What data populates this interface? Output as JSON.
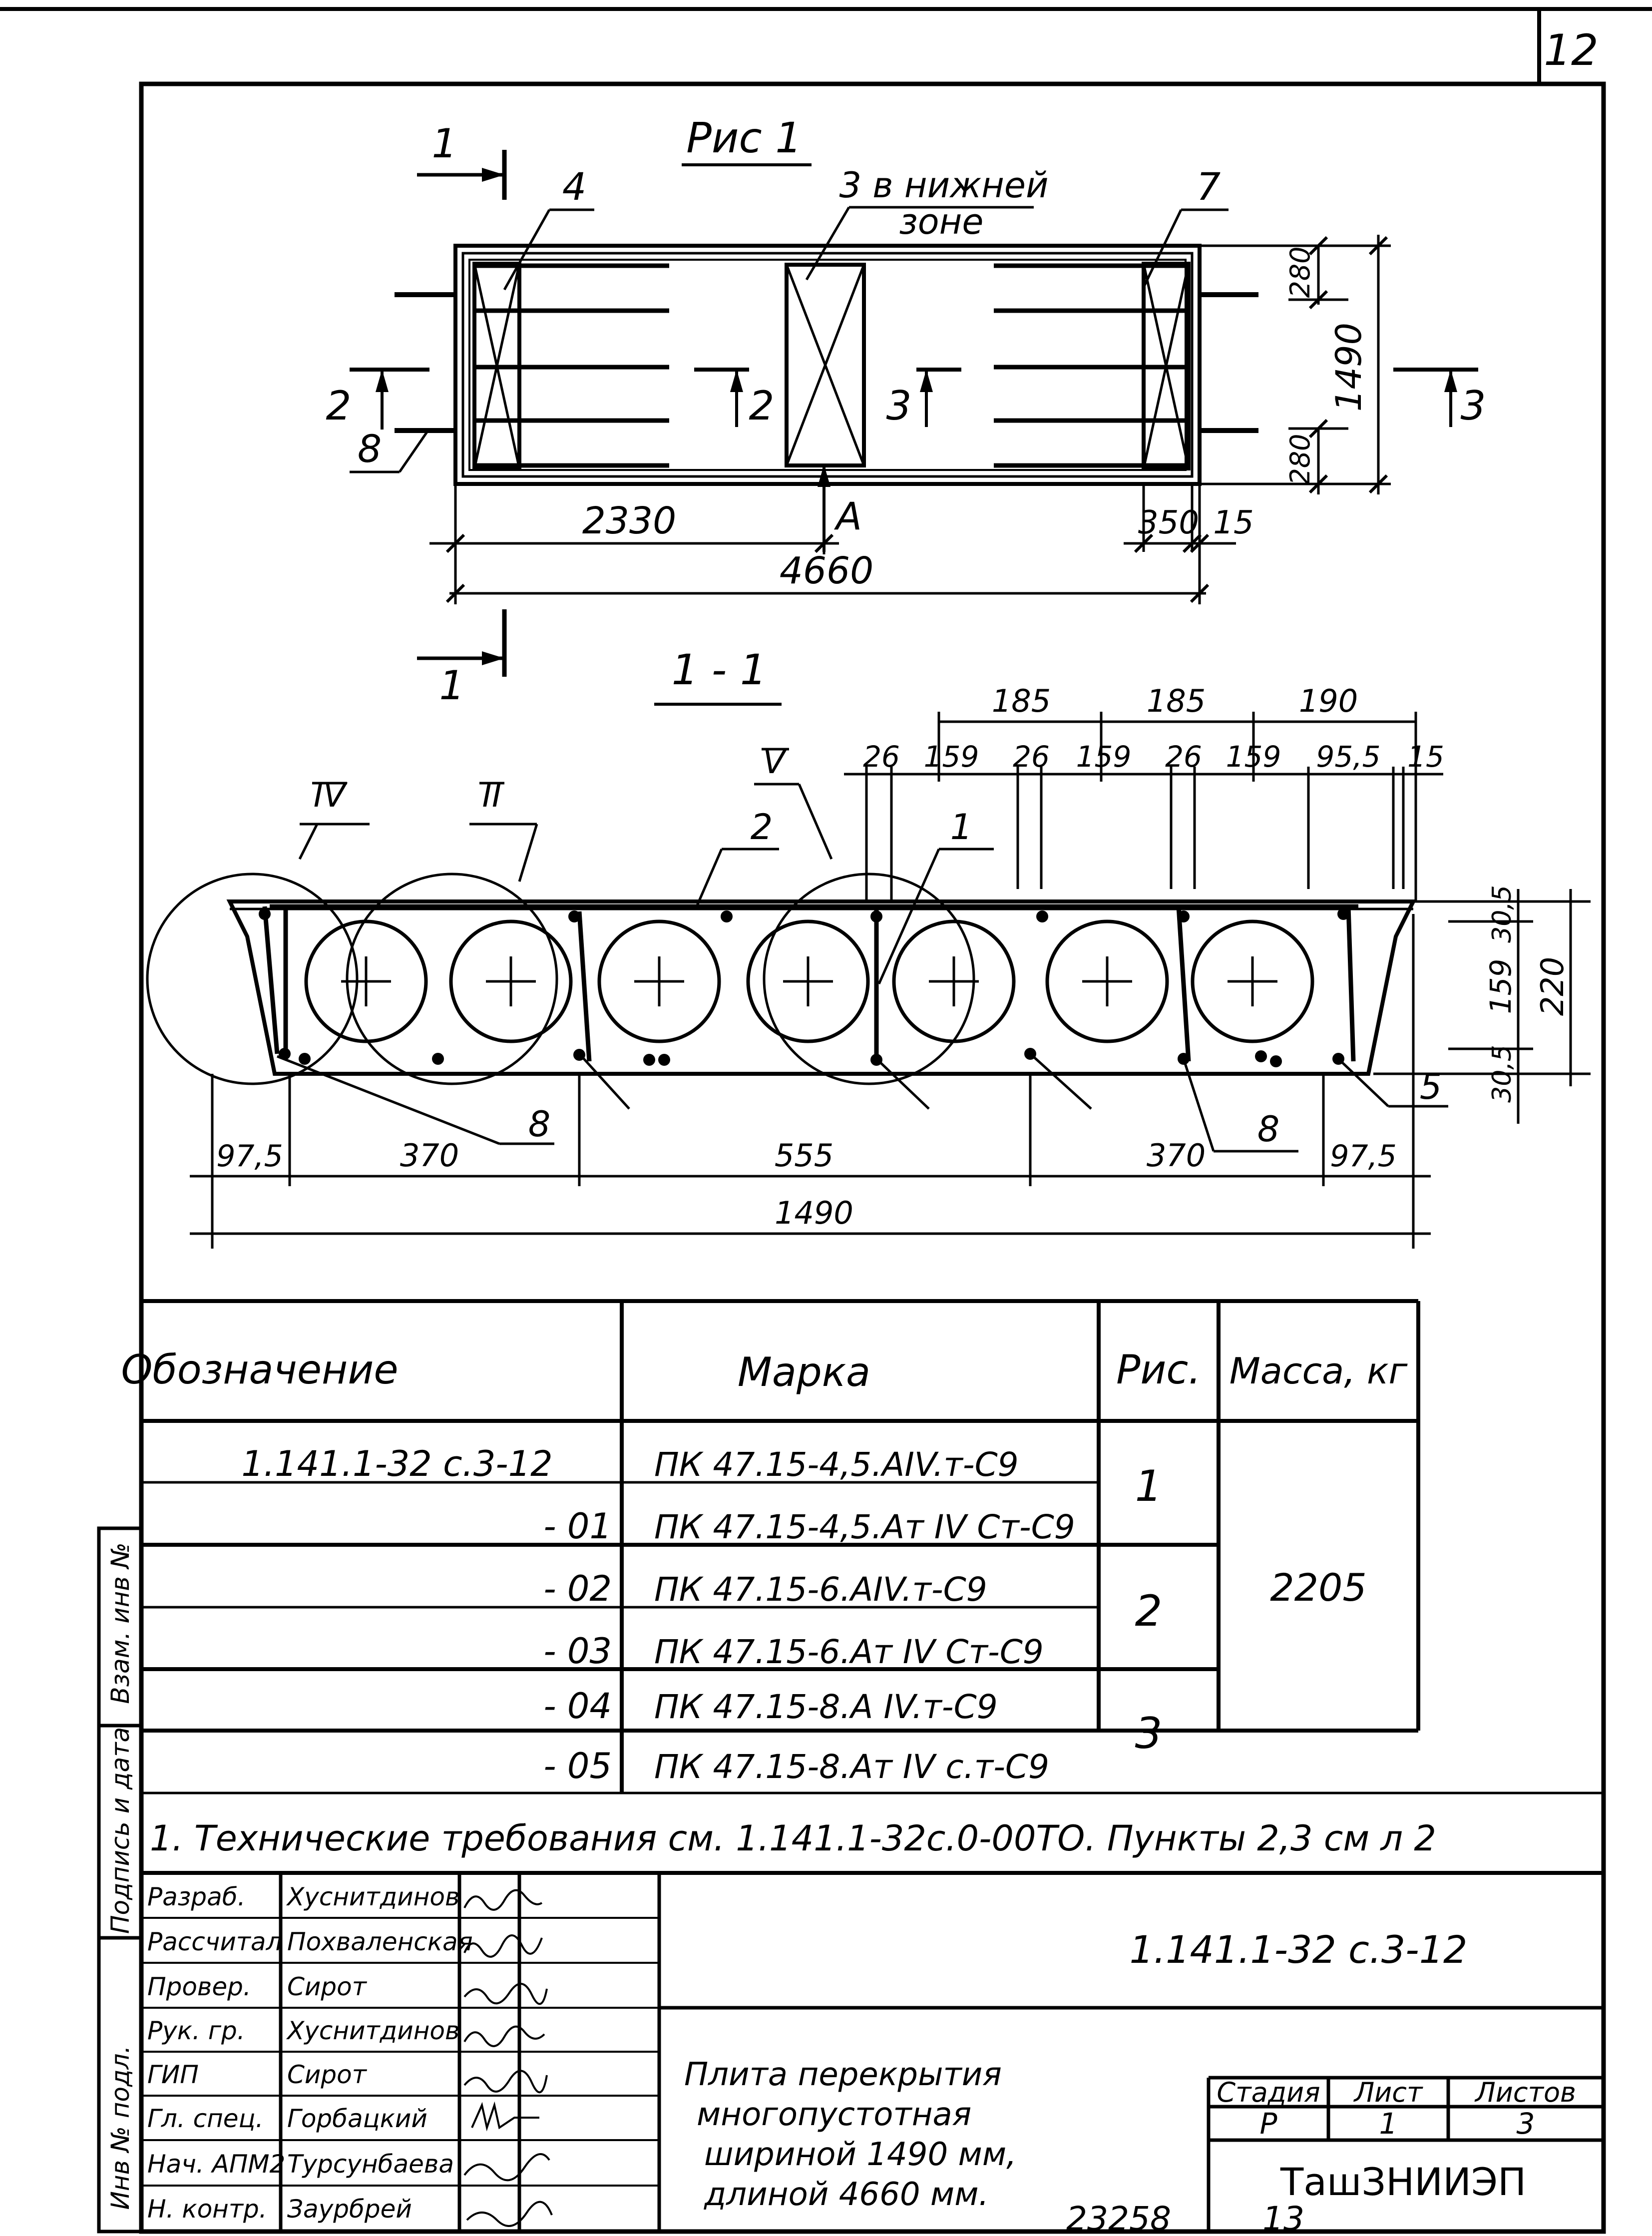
{
  "sheet_number": "12",
  "figure": {
    "title": "Рис 1",
    "section_mark": "1",
    "markers": [
      "2",
      "2",
      "3",
      "3",
      "A"
    ],
    "callouts": [
      "4",
      "3 в нижней",
      "зоне",
      "7",
      "8"
    ],
    "dims": {
      "left_half": "2330",
      "total_length": "4660",
      "end_zone": "350",
      "offset": "15",
      "width": "1490",
      "edge_top": "280",
      "edge_bottom": "280"
    }
  },
  "section": {
    "title": "1 - 1",
    "roman_marks": [
      "IV",
      "II",
      "V"
    ],
    "callouts": [
      "2",
      "1",
      "8",
      "8",
      "5"
    ],
    "top_dims": [
      "185",
      "185",
      "190",
      "26",
      "159",
      "26",
      "159",
      "26",
      "159",
      "95,5",
      "15"
    ],
    "right_dims": [
      "30,5",
      "159",
      "30,5",
      "220"
    ],
    "bottom_dims": [
      "97,5",
      "370",
      "555",
      "370",
      "97,5"
    ],
    "total_width": "1490"
  },
  "spec_table": {
    "headers": [
      "Обозначение",
      "Марка",
      "Рис.",
      "Масса, кг"
    ],
    "rows": [
      {
        "designation": "1.141.1-32 с.3-12",
        "mark": "ПК 47.15-4,5.АIV.т-С9"
      },
      {
        "designation": "- 01",
        "mark": "ПК 47.15-4,5.Ат IV Ст-С9"
      },
      {
        "designation": "- 02",
        "mark": "ПК 47.15-6.АIV.т-С9"
      },
      {
        "designation": "- 03",
        "mark": "ПК 47.15-6.Ат IV Ст-С9"
      },
      {
        "designation": "- 04",
        "mark": "ПК 47.15-8.А IV.т-С9"
      },
      {
        "designation": "- 05",
        "mark": "ПК 47.15-8.Ат IV с.т-С9"
      }
    ],
    "fig_groups": [
      "1",
      "2",
      "3"
    ],
    "mass": "2205"
  },
  "note": "1. Технические требования см. 1.141.1-32с.0-00ТО. Пункты 2,3 см л 2",
  "side_labels": [
    "Инв № подл.",
    "Подпись и дата",
    "Взам. инв №"
  ],
  "title_block": {
    "roles": [
      {
        "role": "Разраб.",
        "name": "Хуснитдинов"
      },
      {
        "role": "Рассчитал",
        "name": "Похваленская"
      },
      {
        "role": "Провер.",
        "name": "Сирот"
      },
      {
        "role": "Рук. гр.",
        "name": "Хуснитдинов"
      },
      {
        "role": "ГИП",
        "name": "Сирот"
      },
      {
        "role": "Гл. спец.",
        "name": "Горбацкий"
      },
      {
        "role": "Нач. АПМ2",
        "name": "Турсунбаева"
      },
      {
        "role": "Н. контр.",
        "name": "Заурбрей"
      }
    ],
    "doc_code": "1.141.1-32 с.3-12",
    "product_lines": [
      "Плита перекрытия",
      "многопустотная",
      "шириной 1490 мм,",
      "длиной 4660 мм."
    ],
    "stage_label": "Стадия",
    "sheet_label": "Лист",
    "sheets_label": "Листов",
    "stage": "Р",
    "sheet": "1",
    "sheets": "3",
    "organization": "ТашЗНИИЭП"
  },
  "footer": {
    "archive_number": "23258",
    "page": "13"
  }
}
